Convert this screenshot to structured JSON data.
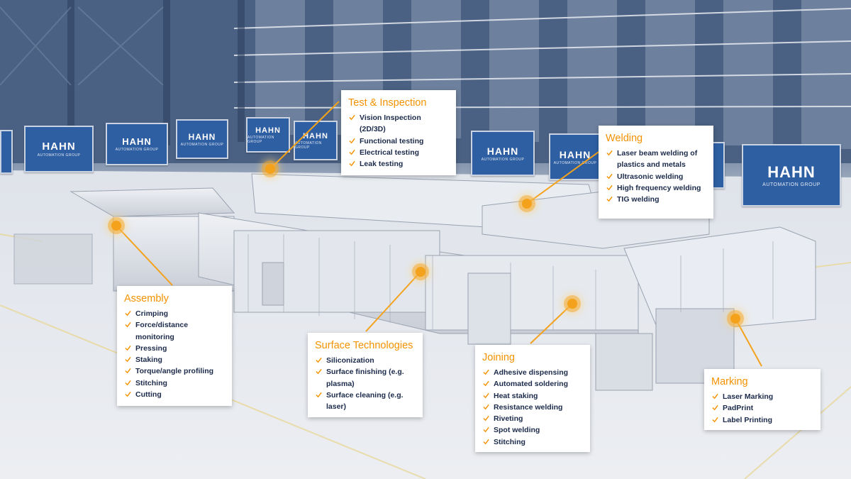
{
  "brand": {
    "logo_text": "HAHN",
    "logo_subtext": "AUTOMATION GROUP",
    "accent_color": "#f39200",
    "text_color": "#1b2a4a",
    "banner_color": "#2f5fa3"
  },
  "callouts": {
    "test_inspection": {
      "title": "Test & Inspection",
      "items": [
        "Vision Inspection (2D/3D)",
        "Functional testing",
        "Electrical testing",
        "Leak testing"
      ]
    },
    "welding": {
      "title": "Welding",
      "items": [
        "Laser beam welding of plastics and metals",
        "Ultrasonic welding",
        "High frequency welding",
        "TIG welding"
      ]
    },
    "assembly": {
      "title": "Assembly",
      "items": [
        "Crimping",
        "Force/distance monitoring",
        "Pressing",
        "Staking",
        "Torque/angle profiling",
        "Stitching",
        "Cutting"
      ]
    },
    "surface": {
      "title": "Surface Technologies",
      "items": [
        "Siliconization",
        "Surface finishing (e.g. plasma)",
        "Surface cleaning (e.g. laser)"
      ]
    },
    "joining": {
      "title": "Joining",
      "items": [
        "Adhesive dispensing",
        "Automated soldering",
        "Heat staking",
        "Resistance welding",
        "Riveting",
        "Spot welding",
        "Stitching"
      ]
    },
    "marking": {
      "title": "Marking",
      "items": [
        "Laser Marking",
        "PadPrint",
        "Label Printing"
      ]
    }
  }
}
